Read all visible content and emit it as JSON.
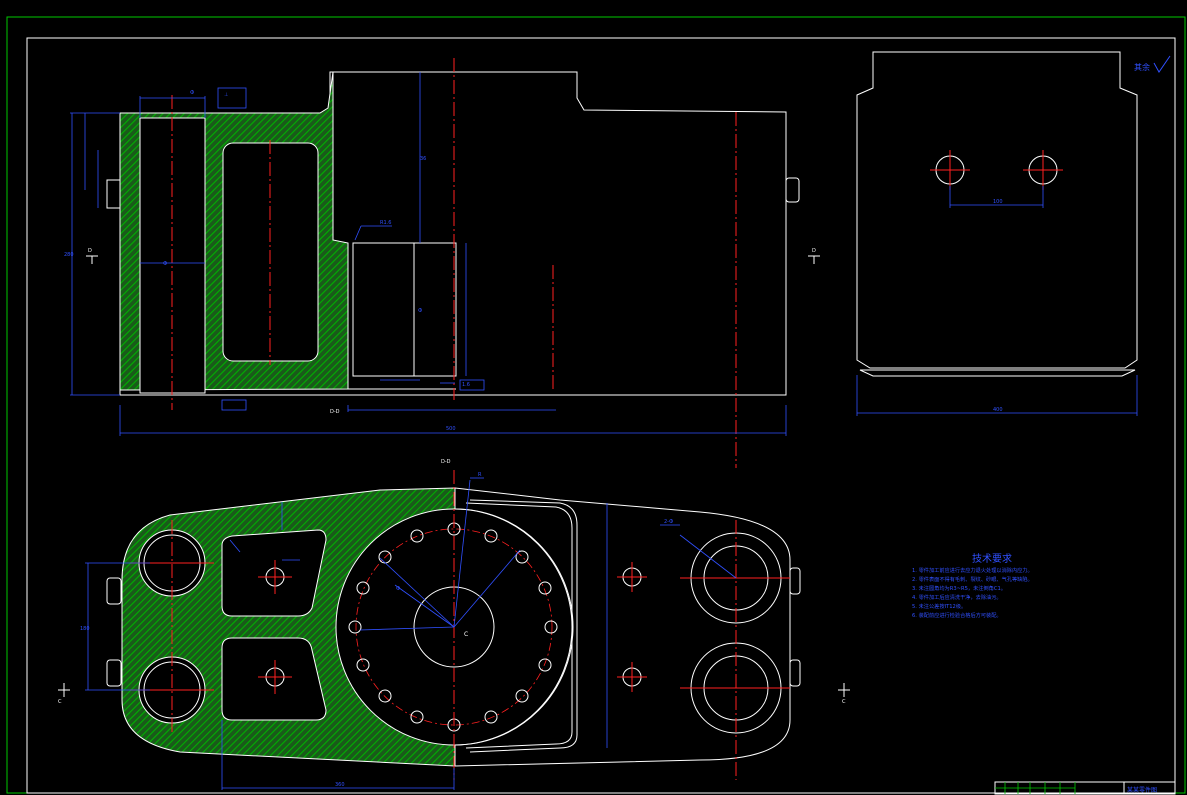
{
  "colors": {
    "background": "#000000",
    "border": "#00c800",
    "outline": "#ffffff",
    "hatch": "#00a000",
    "dimension": "#3050ff",
    "centerline": "#ff2020"
  },
  "labels": {
    "section_top": "D-D",
    "section_side_left": "D-D",
    "section_bottom_left": "C",
    "section_bottom_right": "C",
    "center_mark": "C",
    "roughness_note": "其余",
    "section_right_a": "D",
    "section_left_a": "D"
  },
  "tech_requirements": {
    "title": "技术要求",
    "items": [
      "1. 零件加工前应进行去应力退火处理以消除内应力。",
      "2. 零件表面不得有毛刺、裂纹、砂眼、气孔等缺陷。",
      "3. 未注圆角均为R3~R5，未注倒角C1。",
      "4. 零件加工后应清洗干净，去除油污。",
      "5. 未注公差按IT12级。",
      "6. 装配前应进行检验合格后方可装配。"
    ]
  },
  "title_block": {
    "name": "某某零件图"
  }
}
